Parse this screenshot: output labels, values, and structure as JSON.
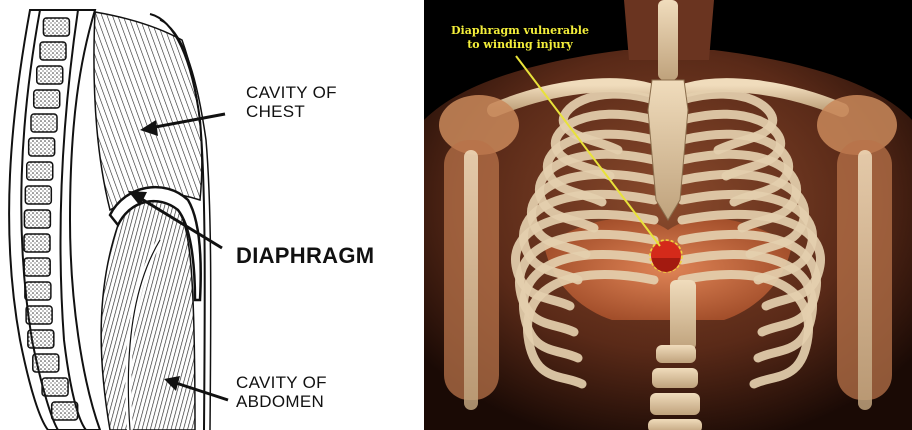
{
  "left_diagram": {
    "labels": {
      "chest": [
        "CAVITY OF",
        "CHEST"
      ],
      "diaphragm": "DIAPHRAGM",
      "abdomen": [
        "CAVITY OF",
        "ABDOMEN"
      ]
    },
    "colors": {
      "ink": "#111111",
      "background": "#ffffff"
    }
  },
  "right_image": {
    "callout": [
      "Diaphragm vulnerable",
      "to winding injury"
    ],
    "colors": {
      "callout_text": "#f3ee3a",
      "callout_line": "#e8e23a",
      "highlight": "#d42a1a",
      "bone": "#e4cfae",
      "muscle": "#c06a3e"
    }
  }
}
